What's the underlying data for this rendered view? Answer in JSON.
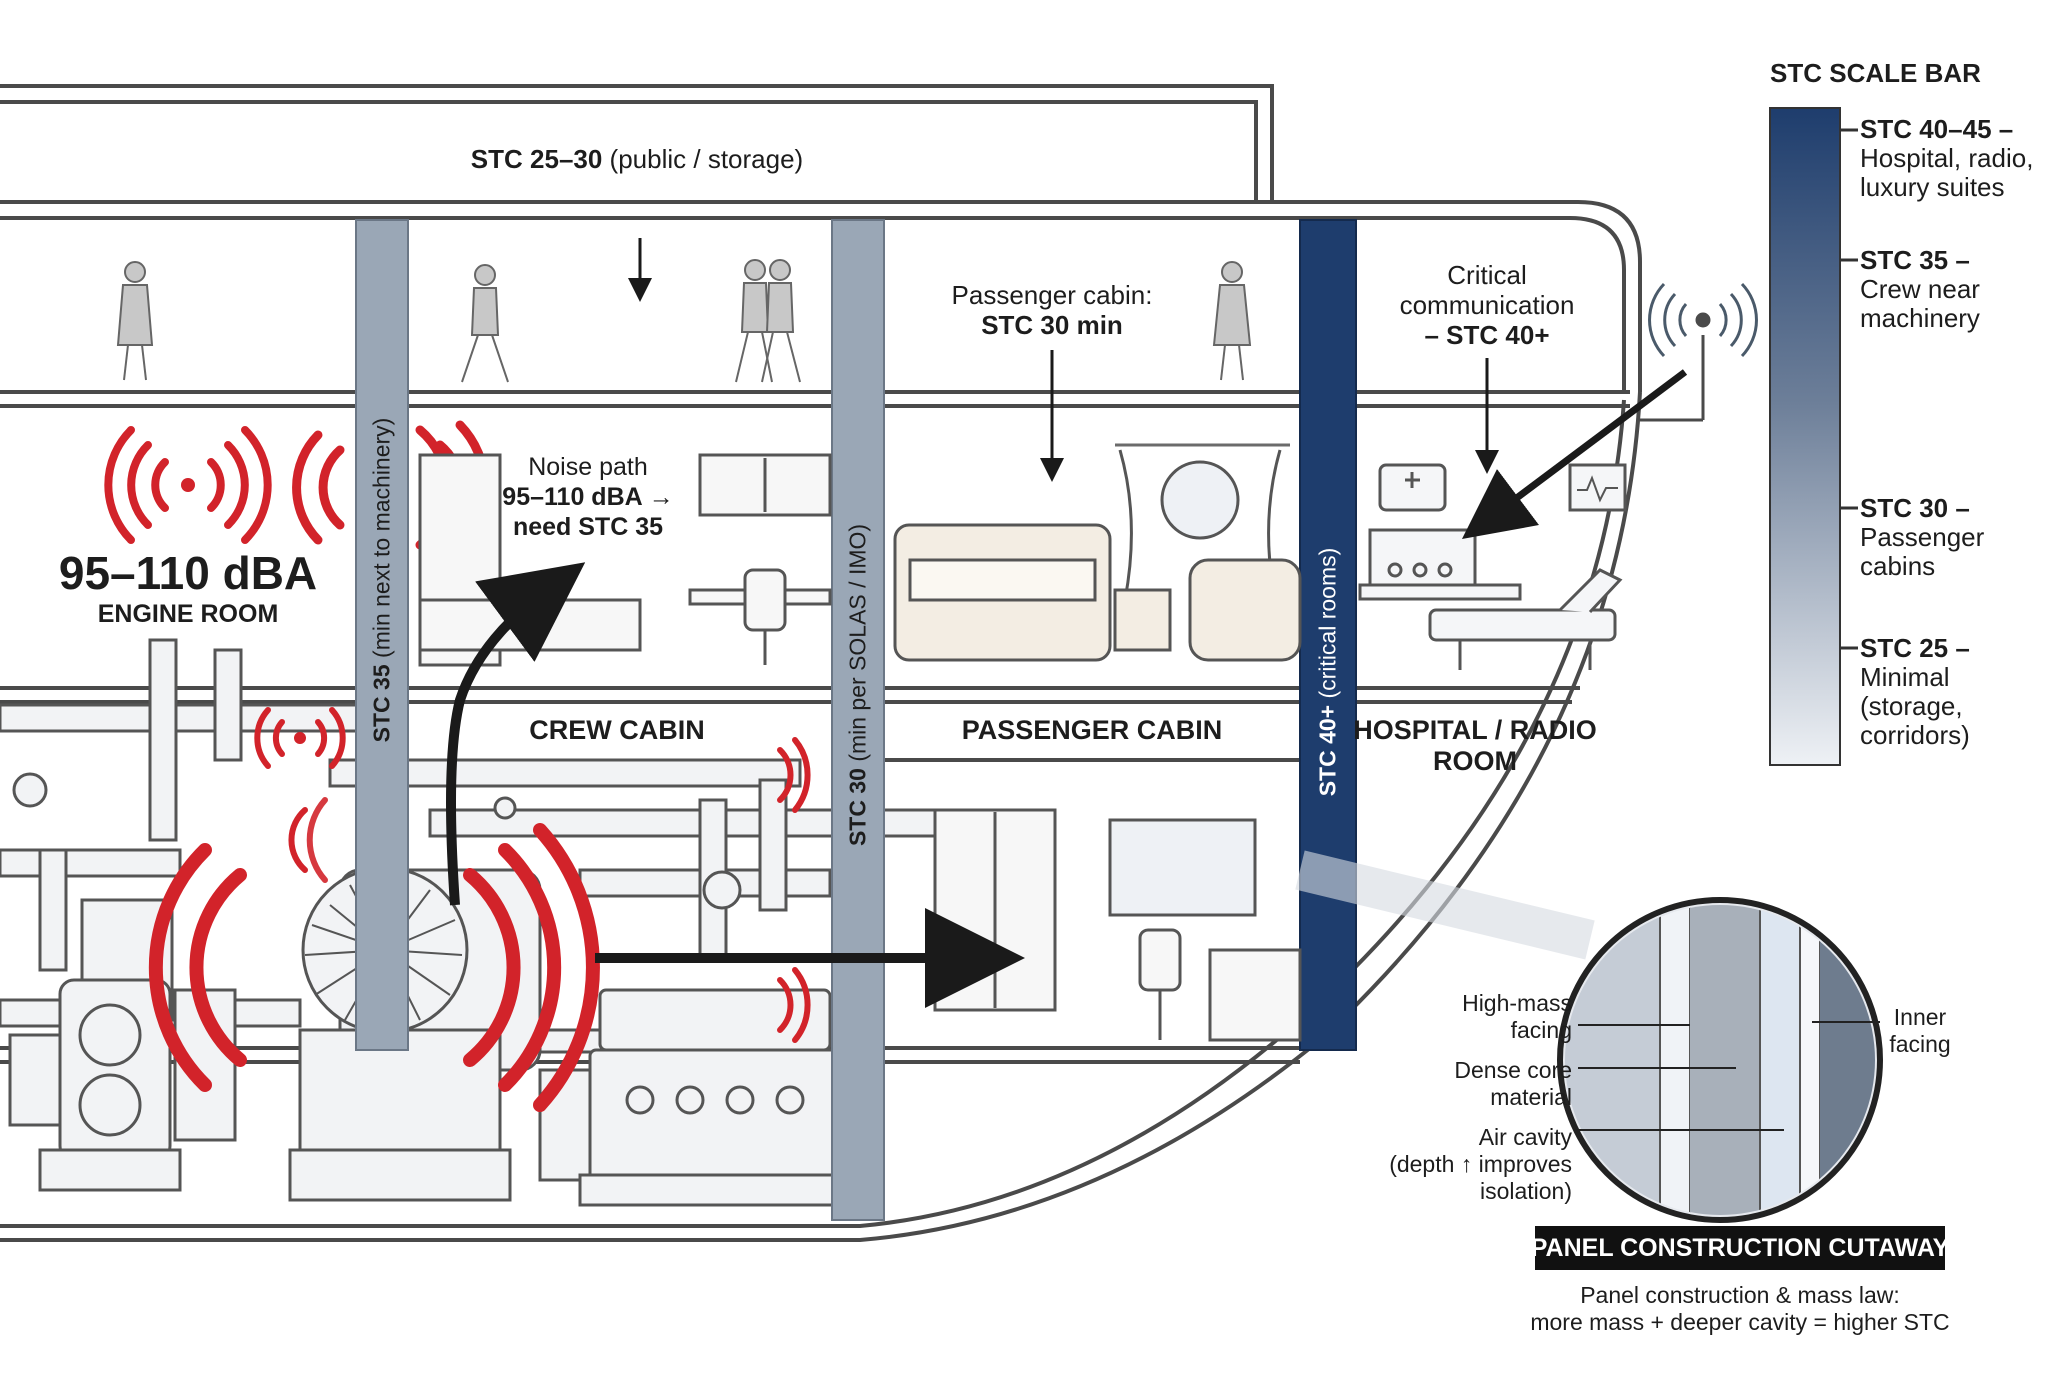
{
  "colors": {
    "steel": "#9aa7b6",
    "critical_blue": "#1e3d6d",
    "noise_red": "#d2232a",
    "outline": "#4a4a4a",
    "panel_label_bg": "#111111"
  },
  "top_deck": {
    "stc_bold": "STC 25–30",
    "stc_rest": " (public / storage)"
  },
  "engine_room": {
    "level": "95–110 dBA",
    "title": "ENGINE ROOM"
  },
  "noise_path": {
    "line1": "Noise path",
    "line2": "95–110 dBA →",
    "line3": "need STC 35"
  },
  "passenger_callout": {
    "line1": "Passenger cabin:",
    "line2": "STC 30 min"
  },
  "critical_callout": {
    "line1": "Critical",
    "line2": "communication",
    "line3": "– STC 40+"
  },
  "bulkheads": {
    "b1_bold": "STC 35",
    "b1_rest": " (min next to machinery)",
    "b2_bold": "STC 30",
    "b2_rest": " (min per SOLAS / IMO)",
    "b3_bold": "STC 40+",
    "b3_rest": " (critical rooms)"
  },
  "rooms": {
    "crew": "CREW CABIN",
    "passenger": "PASSENGER CABIN",
    "hospital_line1": "HOSPITAL / RADIO",
    "hospital_line2": "ROOM"
  },
  "scale_bar": {
    "title": "STC SCALE BAR",
    "entries": [
      {
        "bold": "STC 40–45",
        "dash": " –",
        "desc1": "Hospital, radio,",
        "desc2": "luxury suites"
      },
      {
        "bold": "STC 35",
        "dash": " –",
        "desc1": "Crew near",
        "desc2": "machinery"
      },
      {
        "bold": "STC 30",
        "dash": " –",
        "desc1": "Passenger",
        "desc2": "cabins"
      },
      {
        "bold": "STC 25",
        "dash": " –",
        "desc1": "Minimal",
        "desc2": "(storage,",
        "desc3": "corridors)"
      }
    ]
  },
  "panel": {
    "high_mass_1": "High-mass",
    "high_mass_2": "facing",
    "dense_core_1": "Dense core",
    "dense_core_2": "material",
    "air_cavity_1": "Air cavity",
    "air_cavity_2": "(depth ↑ improves",
    "air_cavity_3": "isolation)",
    "inner_1": "Inner",
    "inner_2": "facing",
    "title": "PANEL CONSTRUCTION CUTAWAY",
    "caption1": "Panel construction & mass law:",
    "caption2": "more mass + deeper cavity = higher STC"
  },
  "icons": [
    "person-icon",
    "noise-waves-icon",
    "antenna-icon",
    "turbine-fan-icon",
    "bed-icon",
    "porthole-icon",
    "medical-kit-icon",
    "radio-console-icon",
    "hospital-bed-icon",
    "wardrobe-icon",
    "desk-icon",
    "chair-icon"
  ]
}
